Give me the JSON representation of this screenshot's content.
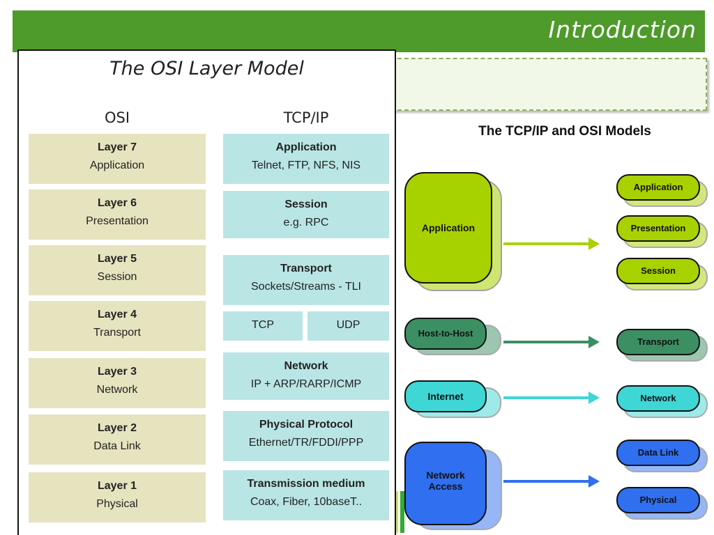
{
  "header": {
    "title": "Introduction"
  },
  "osi_panel": {
    "title": "The OSI Layer Model",
    "osi_heading": "OSI",
    "tcpip_heading": "TCP/IP",
    "osi_layers": [
      {
        "name": "Layer 7",
        "desc": "Application"
      },
      {
        "name": "Layer 6",
        "desc": "Presentation"
      },
      {
        "name": "Layer 5",
        "desc": "Session"
      },
      {
        "name": "Layer 4",
        "desc": "Transport"
      },
      {
        "name": "Layer 3",
        "desc": "Network"
      },
      {
        "name": "Layer 2",
        "desc": "Data Link"
      },
      {
        "name": "Layer 1",
        "desc": "Physical"
      }
    ],
    "tcpip_layers": [
      {
        "name": "Application",
        "desc": "Telnet, FTP, NFS, NIS"
      },
      {
        "name": "Session",
        "desc": "e.g. RPC"
      },
      {
        "name": "Transport",
        "desc": "Sockets/Streams - TLI"
      },
      {
        "left": "TCP",
        "right": "UDP"
      },
      {
        "name": "Network",
        "desc": "IP + ARP/RARP/ICMP"
      },
      {
        "name": "Physical Protocol",
        "desc": "Ethernet/TR/FDDI/PPP"
      },
      {
        "name": "Transmission medium",
        "desc": "Coax, Fiber, 10baseT.."
      }
    ]
  },
  "models_diagram": {
    "title": "The TCP/IP and OSI Models",
    "tcpip": [
      {
        "label": "Application",
        "color": "#a8d100"
      },
      {
        "label": "Host-to-Host",
        "color": "#3c8f63"
      },
      {
        "label": "Internet",
        "color": "#3fd6d6"
      },
      {
        "label_line1": "Network",
        "label_line2": "Access",
        "color": "#2f6ff0"
      }
    ],
    "osi": [
      {
        "label": "Application",
        "color": "#a8d100"
      },
      {
        "label": "Presentation",
        "color": "#a8d100"
      },
      {
        "label": "Session",
        "color": "#a8d100"
      },
      {
        "label": "Transport",
        "color": "#3c8f63"
      },
      {
        "label": "Network",
        "color": "#3fd6d6"
      },
      {
        "label": "Data Link",
        "color": "#2f6ff0"
      },
      {
        "label": "Physical",
        "color": "#2f6ff0"
      }
    ]
  }
}
